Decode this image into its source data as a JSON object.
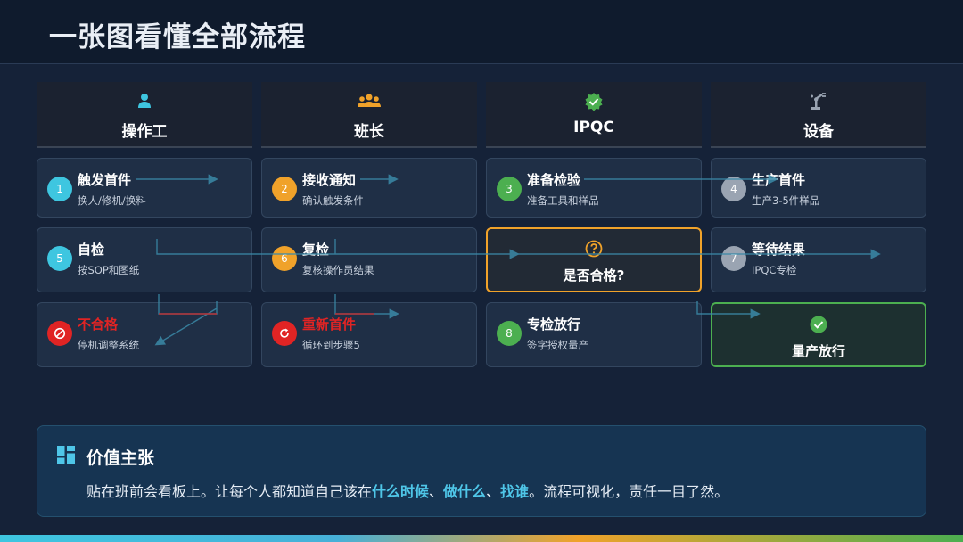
{
  "page_title": "一张图看懂全部流程",
  "columns": [
    {
      "label": "操作工",
      "icon": "user-icon",
      "color": "#3ec6e0"
    },
    {
      "label": "班长",
      "icon": "team-icon",
      "color": "#f0a22a"
    },
    {
      "label": "IPQC",
      "icon": "verified-badge-icon",
      "color": "#4caf50"
    },
    {
      "label": "设备",
      "icon": "robot-arm-icon",
      "color": "#9aa4b2"
    }
  ],
  "steps": [
    {
      "num": "1",
      "title": "触发首件",
      "sub": "换人/修机/换料",
      "color": "#3ec6e0"
    },
    {
      "num": "2",
      "title": "接收通知",
      "sub": "确认触发条件",
      "color": "#f0a22a"
    },
    {
      "num": "3",
      "title": "准备检验",
      "sub": "准备工具和样品",
      "color": "#4caf50"
    },
    {
      "num": "4",
      "title": "生产首件",
      "sub": "生产3-5件样品",
      "color": "#9aa4b2"
    },
    {
      "num": "5",
      "title": "自检",
      "sub": "按SOP和图纸",
      "color": "#3ec6e0"
    },
    {
      "num": "6",
      "title": "复检",
      "sub": "复核操作员结果",
      "color": "#f0a22a"
    },
    {
      "num": "7",
      "title": "等待结果",
      "sub": "IPQC专检",
      "color": "#9aa4b2"
    },
    {
      "num": "8",
      "title": "专检放行",
      "sub": "签字授权量产",
      "color": "#4caf50"
    }
  ],
  "fail": {
    "title": "不合格",
    "sub": "停机调整系统",
    "icon": "block-icon"
  },
  "redo": {
    "title": "重新首件",
    "sub": "循环到步骤5",
    "icon": "redo-icon"
  },
  "decision": {
    "label": "是否合格?",
    "icon": "question-icon"
  },
  "release": {
    "label": "量产放行",
    "icon": "check-circle-icon"
  },
  "value": {
    "title": "价值主张",
    "icon": "dashboard-icon",
    "text_before": "贴在班前会看板上。让每个人都知道自己该在",
    "hl1": "什么时候",
    "sep1": "、",
    "hl2": "做什么",
    "sep2": "、",
    "hl3": "找谁",
    "text_after": "。流程可视化，责任一目了然。"
  },
  "colors": {
    "background": "#152238",
    "cyan": "#3ec6e0",
    "orange": "#f0a22a",
    "green": "#4caf50",
    "red": "#e02424",
    "gray": "#9aa4b2"
  }
}
